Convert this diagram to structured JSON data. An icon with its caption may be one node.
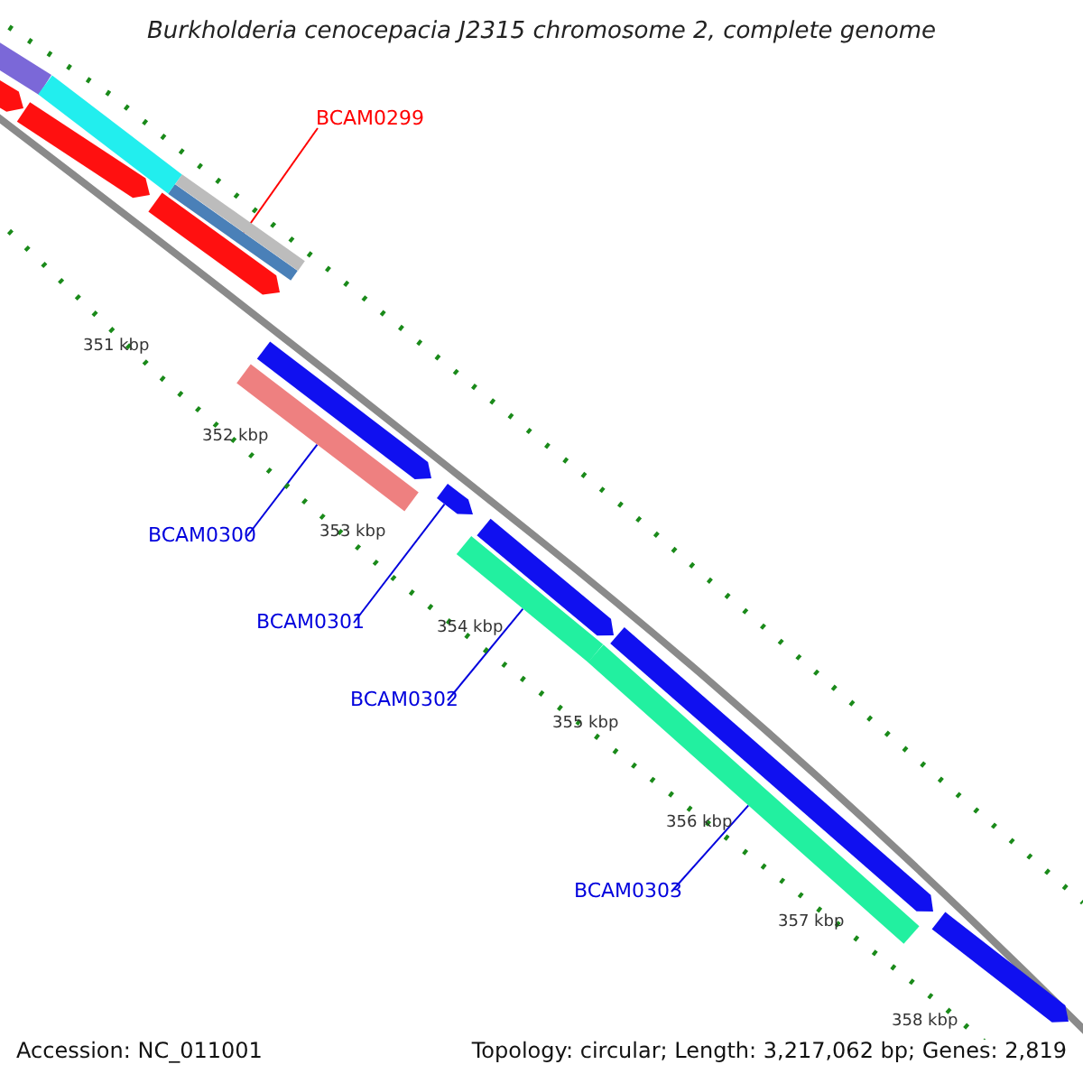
{
  "diagram": {
    "title": "Burkholderia cenocepacia J2315 chromosome 2, complete genome",
    "nodes": [
      {
        "text": [
          "BCAM0299"
        ]
      },
      {
        "text": [],
        "shape": "bar"
      },
      {
        "text": [
          "BCAM0300"
        ]
      },
      {
        "text": [],
        "shape": "bar"
      },
      {
        "text": [
          "BCAM0301"
        ]
      },
      {
        "text": [],
        "shape": "bar"
      },
      {
        "text": [
          "BCAM0302"
        ]
      },
      {
        "text": [],
        "shape": "bar"
      },
      {
        "text": [
          "BCAM0303"
        ]
      },
      {
        "text": [],
        "shape": "bar"
      },
      {
        "text": [],
        "shape": "bar"
      },
      {
        "text": [],
        "shape": "bar"
      },
      {
        "text": [],
        "shape": "bar"
      },
      {
        "text": [],
        "shape": "bar"
      },
      {
        "text": [],
        "shape": "bar"
      },
      {
        "text": [],
        "shape": "bar"
      },
      {
        "text": [],
        "shape": "bar"
      },
      {
        "text": [],
        "shape": "bar"
      },
      {
        "text": [],
        "shape": "bar"
      },
      {
        "text": [],
        "shape": "bar"
      }
    ],
    "edges": [
      {
        "from": 0,
        "to": 1,
        "arrow": "none",
        "color": "#ff0000"
      },
      {
        "from": 2,
        "to": 3,
        "arrow": "none"
      },
      {
        "from": 4,
        "to": 5,
        "arrow": "none"
      },
      {
        "from": 6,
        "to": 7,
        "arrow": "none"
      },
      {
        "from": 8,
        "to": 9,
        "arrow": "none"
      }
    ],
    "labels": [
      "351 kbp",
      "352 kbp",
      "353 kbp",
      "354 kbp",
      "355 kbp",
      "356 kbp",
      "357 kbp",
      "358 kbp",
      "Accession: NC_011001",
      "Topology: circular; Length: 3,217,062 bp; Genes: 2,819"
    ]
  }
}
